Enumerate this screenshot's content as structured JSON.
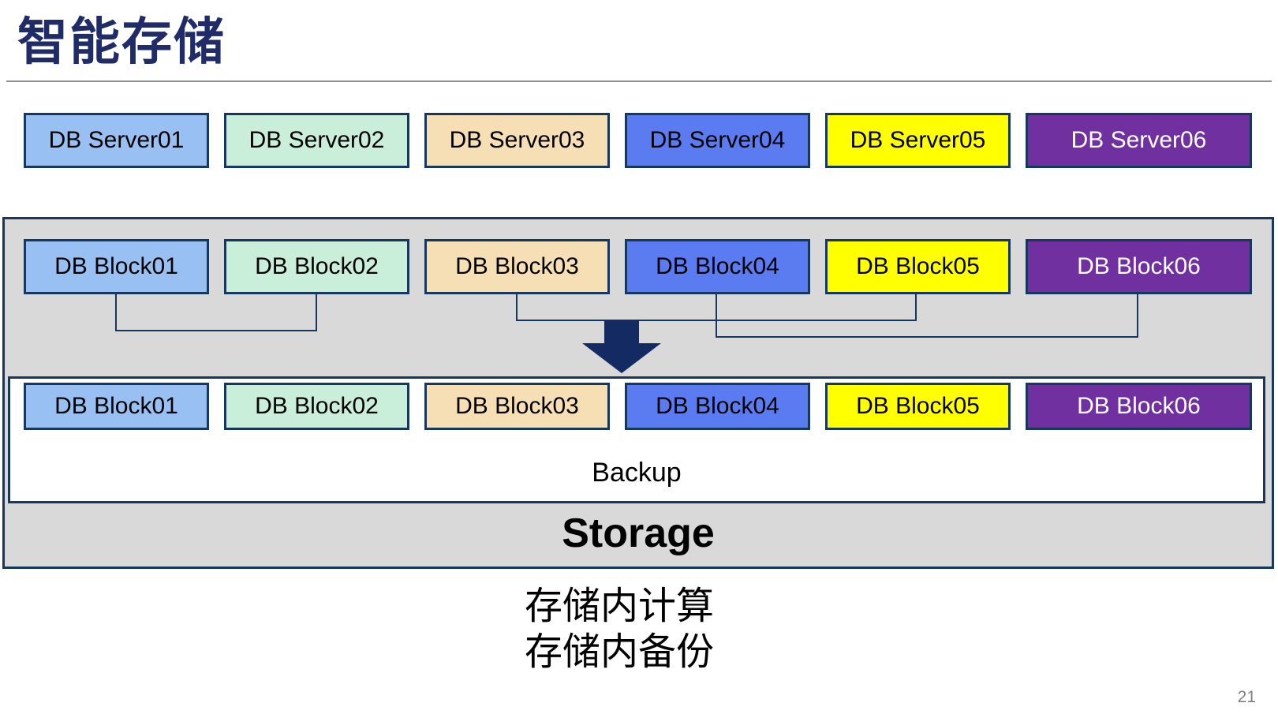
{
  "title": "智能存储",
  "page_number": "21",
  "servers": [
    {
      "label": "DB Server01",
      "fill": "#99C0F2",
      "text_color": "#000000"
    },
    {
      "label": "DB Server02",
      "fill": "#C9EED9",
      "text_color": "#000000"
    },
    {
      "label": "DB Server03",
      "fill": "#F7DFB5",
      "text_color": "#000000"
    },
    {
      "label": "DB Server04",
      "fill": "#5A7CF0",
      "text_color": "#000000"
    },
    {
      "label": "DB Server05",
      "fill": "#FFFF00",
      "text_color": "#000000"
    },
    {
      "label": "DB Server06",
      "fill": "#7030A0",
      "text_color": "#FFFFFF"
    }
  ],
  "storage_unit": {
    "blocks_top": [
      {
        "label": "DB Block01",
        "fill": "#99C0F2",
        "text_color": "#000000"
      },
      {
        "label": "DB Block02",
        "fill": "#C9EED9",
        "text_color": "#000000"
      },
      {
        "label": "DB Block03",
        "fill": "#F7DFB5",
        "text_color": "#000000"
      },
      {
        "label": "DB Block04",
        "fill": "#5A7CF0",
        "text_color": "#000000"
      },
      {
        "label": "DB Block05",
        "fill": "#FFFF00",
        "text_color": "#000000"
      },
      {
        "label": "DB Block06",
        "fill": "#7030A0",
        "text_color": "#FFFFFF"
      }
    ],
    "blocks_bottom": [
      {
        "label": "DB Block01",
        "fill": "#99C0F2",
        "text_color": "#000000"
      },
      {
        "label": "DB Block02",
        "fill": "#C9EED9",
        "text_color": "#000000"
      },
      {
        "label": "DB Block03",
        "fill": "#F7DFB5",
        "text_color": "#000000"
      },
      {
        "label": "DB Block04",
        "fill": "#5A7CF0",
        "text_color": "#000000"
      },
      {
        "label": "DB Block05",
        "fill": "#FFFF00",
        "text_color": "#000000"
      },
      {
        "label": "DB Block06",
        "fill": "#7030A0",
        "text_color": "#FFFFFF"
      }
    ],
    "backup_label": "Backup",
    "storage_label": "Storage",
    "connected_pairs": [
      "DB Block01-DB Block02",
      "DB Block03-DB Block05",
      "DB Block04-DB Block06"
    ]
  },
  "caption": {
    "line1": "存储内计算",
    "line2": "存储内备份"
  },
  "colors": {
    "title": "#1F2C67",
    "box_border": "#17375E",
    "storage_fill": "#D9D9D9",
    "arrow": "#132A63",
    "title_rule": "#909090",
    "page_number": "#808080"
  }
}
